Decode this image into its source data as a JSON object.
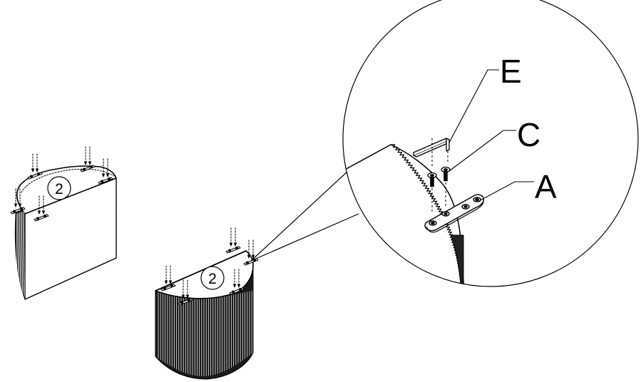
{
  "steps": [
    {
      "label": "2"
    },
    {
      "label": "2"
    }
  ],
  "callouts": [
    {
      "label": "E"
    },
    {
      "label": "C"
    },
    {
      "label": "A"
    }
  ],
  "colors": {
    "line": "#000000",
    "background": "#ffffff"
  }
}
